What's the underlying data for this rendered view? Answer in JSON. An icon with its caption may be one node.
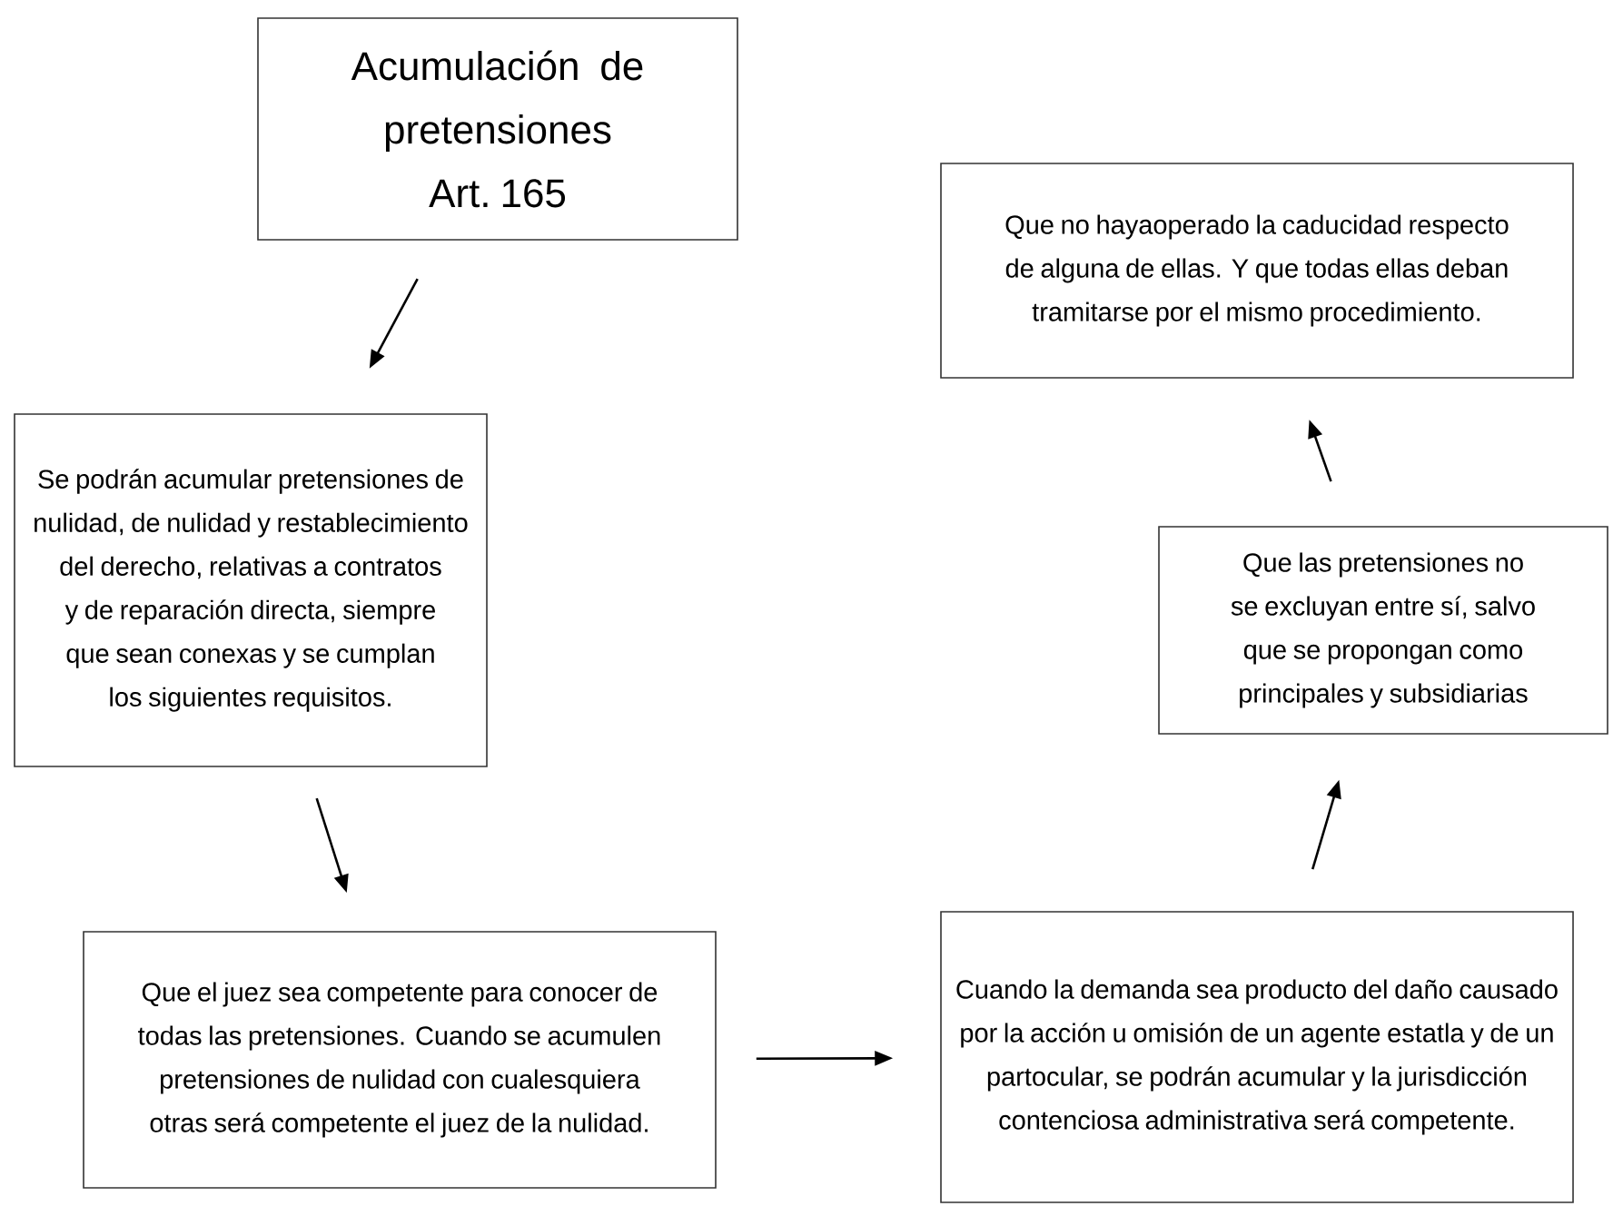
{
  "diagram": {
    "nodes": [
      {
        "text": [
          "Acumulación de pretensiones Art. 165"
        ]
      },
      {
        "text": [
          "Se podrán acumular pretensiones de nulidad, de nulidad y restablecimiento del derecho, relativas a contratos y de reparación directa, siempre que sean conexas y se cumplan los siguientes requisitos."
        ]
      },
      {
        "text": [
          "Que el juez sea competente para conocer de todas las pretensiones. Cuando se acumulen pretensiones de nulidad con cualesquiera otras será competente el juez de la nulidad."
        ]
      },
      {
        "text": [
          "Cuando la demanda sea producto del daño causado por la acción u omisión de un agente estatla y de un partocular, se podrán acumular y la jurisdicción contenciosa administrativa será competente."
        ]
      },
      {
        "text": [
          "Que las pretensiones no se excluyan entre sí, salvo que se propongan como principales y subsidiarias"
        ]
      },
      {
        "text": [
          "Que no hayaoperado la caducidad respecto de alguna de ellas. Y que todas ellas deban tramitarse por el mismo procedimiento."
        ]
      }
    ],
    "edges": [
      {
        "from": 0,
        "to": 1,
        "arrow": "to"
      },
      {
        "from": 1,
        "to": 2,
        "arrow": "to"
      },
      {
        "from": 2,
        "to": 3,
        "arrow": "to"
      },
      {
        "from": 3,
        "to": 4,
        "arrow": "to"
      },
      {
        "from": 4,
        "to": 5,
        "arrow": "to"
      }
    ]
  }
}
